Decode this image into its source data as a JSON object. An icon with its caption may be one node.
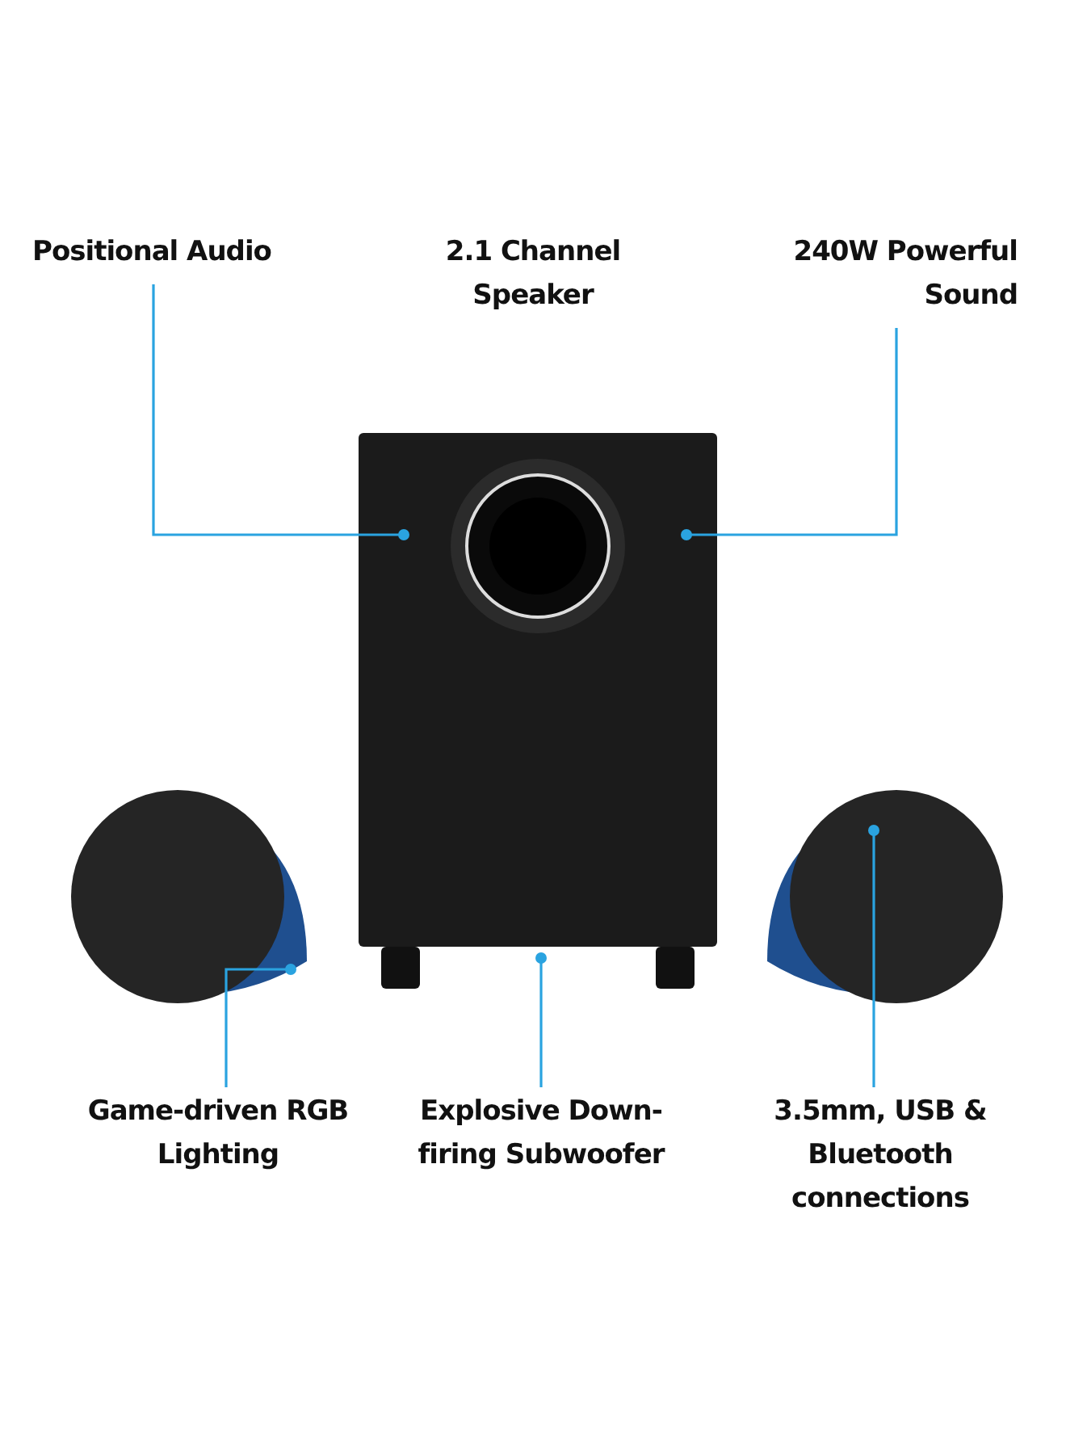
{
  "diagram": {
    "nodes": [
      {
        "text": [
          "Positional Audio"
        ]
      },
      {
        "text": [
          "2.1 Channel Speaker"
        ]
      },
      {
        "text": [
          "240W Powerful Sound"
        ]
      },
      {
        "text": [],
        "shape": "picture"
      },
      {
        "text": [],
        "shape": "picture"
      },
      {
        "text": [],
        "shape": "picture"
      },
      {
        "text": [
          "Game-driven RGB Lighting"
        ]
      },
      {
        "text": [
          "Explosive Down-firing Subwoofer"
        ]
      },
      {
        "text": [
          "3.5mm, USB & Bluetooth connections"
        ]
      }
    ],
    "edges": [
      {
        "from": 0,
        "to": 3,
        "arrow": "other"
      },
      {
        "from": 2,
        "to": 3,
        "arrow": "other"
      },
      {
        "from": 6,
        "to": 4,
        "arrow": "other"
      },
      {
        "from": 7,
        "to": 3,
        "arrow": "other"
      },
      {
        "from": 8,
        "to": 5,
        "arrow": "other"
      }
    ]
  }
}
